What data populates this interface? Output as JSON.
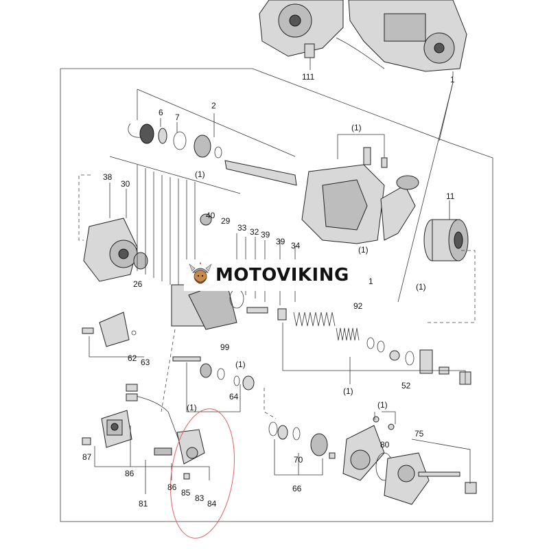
{
  "brand": {
    "text": "MOTOVIKING"
  },
  "colors": {
    "highlight_circle": "#e06060",
    "line": "#333333",
    "part_fill": "#d8d8d8"
  },
  "callouts": {
    "c111": "111",
    "c1_top": "1",
    "c2": "2",
    "c6": "6",
    "c7": "7",
    "c38": "38",
    "c30": "30",
    "c1_a": "(1)",
    "c1_b": "(1)",
    "c11": "11",
    "c40": "40",
    "c29": "29",
    "c33": "33",
    "c32": "32",
    "c39a": "39",
    "c39b": "39",
    "c34": "34",
    "c1_c": "(1)",
    "c26": "26",
    "c1_d": "1",
    "c1_e": "(1)",
    "c92": "92",
    "c99": "99",
    "c1_f": "(1)",
    "c62": "62",
    "c63": "63",
    "c64": "64",
    "c52": "52",
    "c1_g": "(1)",
    "c1_h": "(1)",
    "c1_i": "(1)",
    "c75": "75",
    "c87": "87",
    "c86a": "86",
    "c80": "80",
    "c70": "70",
    "c66": "66",
    "c86b": "86",
    "c85": "85",
    "c83": "83",
    "c84": "84",
    "c81": "81"
  }
}
